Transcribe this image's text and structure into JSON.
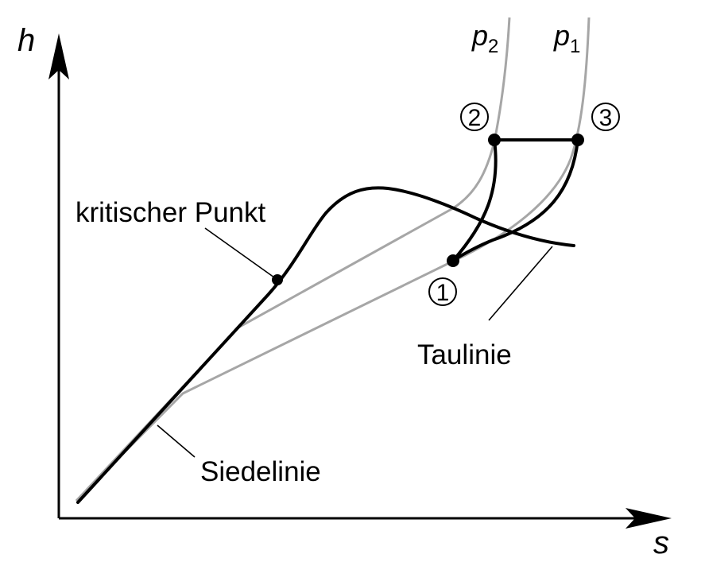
{
  "axes": {
    "y_label": "h",
    "x_label": "s"
  },
  "isobars": [
    {
      "symbol": "p",
      "subscript": "2"
    },
    {
      "symbol": "p",
      "subscript": "1"
    }
  ],
  "states": [
    {
      "label": "1"
    },
    {
      "label": "2"
    },
    {
      "label": "3"
    }
  ],
  "annotations": {
    "critical_point": "kritischer Punkt",
    "dew_line": "Taulinie",
    "boiling_line": "Siedelinie"
  }
}
